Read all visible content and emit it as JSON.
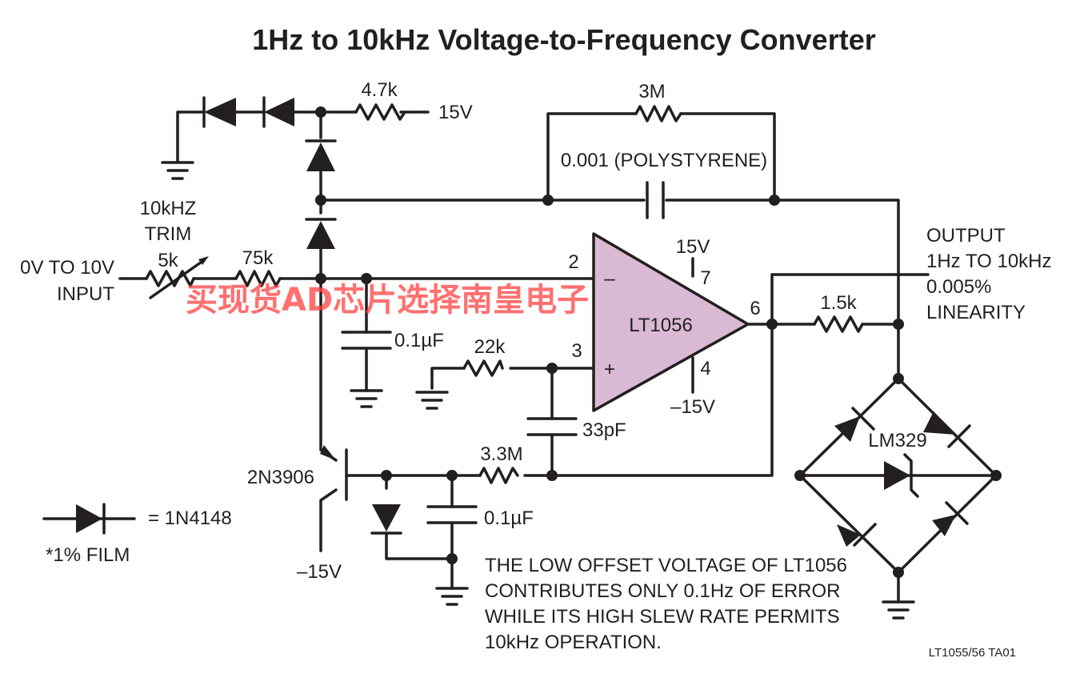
{
  "title": "1Hz to 10kHz Voltage-to-Frequency Converter",
  "colors": {
    "ink": "#231f20",
    "opamp_fill": "#d9b9d4",
    "watermark": "#ff4040"
  },
  "labels": {
    "r_4k7": "4.7k",
    "v_15v_top": "15V",
    "r_3m": "3M",
    "cap_polystyrene": "0.001 (POLYSTYRENE)",
    "trim_line1": "10kHZ",
    "trim_line2": "TRIM",
    "pot_5k": "5k",
    "r_75k": "75k",
    "input_line1": "0V TO 10V",
    "input_line2": "INPUT",
    "cap_01uf_a": "0.1µF",
    "r_22k": "22k",
    "pin2": "2",
    "pin3": "3",
    "pin4": "4",
    "pin6": "6",
    "pin7": "7",
    "minus_sign": "–",
    "plus_sign": "+",
    "opamp_name": "LT1056",
    "opamp_vpos": "15V",
    "opamp_vneg": "–15V",
    "cap_33pf": "33pF",
    "r_1k5": "1.5k",
    "output_line1": "OUTPUT",
    "output_line2": "1Hz TO 10kHz",
    "output_line3": "0.005%",
    "output_line4": "LINEARITY",
    "bridge_name": "LM329",
    "transistor": "2N3906",
    "r_3m3": "3.3M",
    "cap_01uf_b": "0.1µF",
    "vneg_bottom": "–15V",
    "legend_diode": "= 1N4148",
    "legend_film": "*1% FILM",
    "note_line1": "THE LOW OFFSET VOLTAGE OF LT1056",
    "note_line2": "CONTRIBUTES ONLY 0.1Hz OF ERROR",
    "note_line3": "WHILE ITS HIGH SLEW RATE PERMITS",
    "note_line4": "10kHz OPERATION.",
    "figure_id": "LT1055/56 TA01",
    "watermark": "买现货AD芯片选择南皇电子"
  }
}
